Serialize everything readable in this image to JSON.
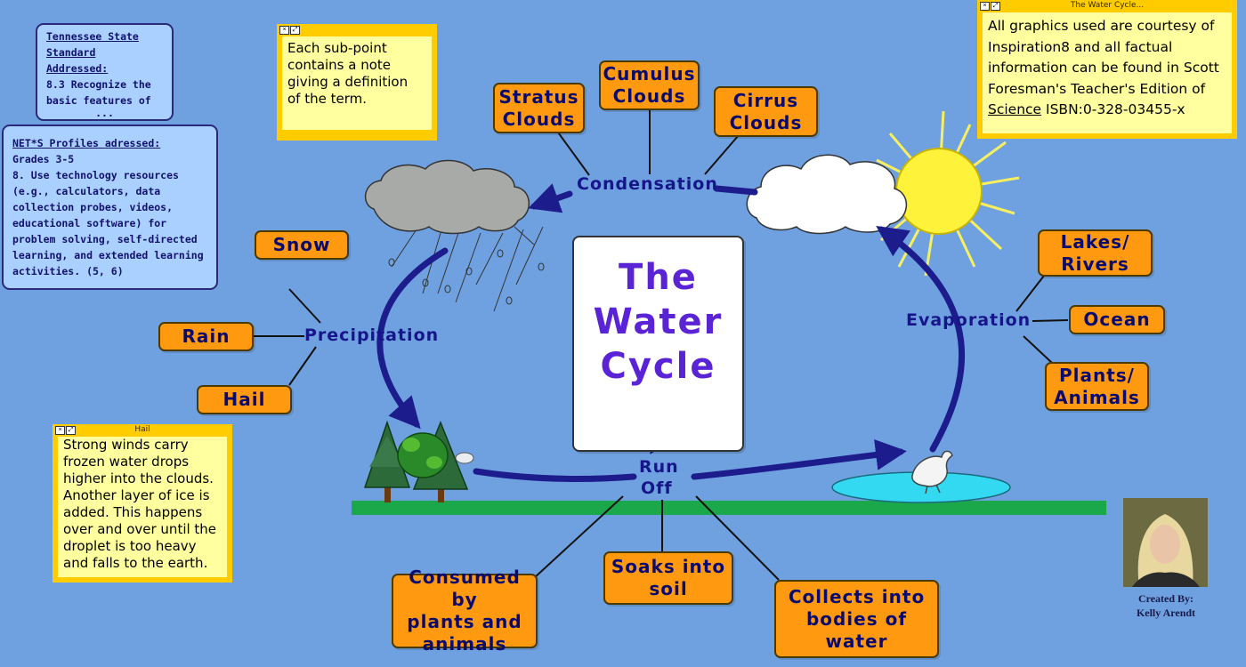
{
  "title_lines": [
    "The",
    "Water",
    "Cycle"
  ],
  "labels": {
    "condensation": "Condensation",
    "precipitation": "Precipitation",
    "evaporation": "Evaporation",
    "runoff_1": "Run",
    "runoff_2": "Off"
  },
  "nodes": {
    "stratus": "Stratus\nClouds",
    "cumulus": "Cumulus\nClouds",
    "cirrus": "Cirrus\nClouds",
    "snow": "Snow",
    "rain": "Rain",
    "hail": "Hail",
    "lakes": "Lakes/\nRivers",
    "ocean": "Ocean",
    "plants_animals": "Plants/\nAnimals",
    "consumed": "Consumed by\nplants and\nanimals",
    "soaks": "Soaks into\nsoil",
    "collects": "Collects into\nbodies of\nwater"
  },
  "tn_box": {
    "heading_1": "Tennessee State",
    "heading_2": "Standard",
    "heading_3": "Addressed:",
    "line_1": "8.3 Recognize the",
    "line_2": "basic features of",
    "line_3": "..."
  },
  "nets_box": {
    "heading": "NET*S Profiles adressed:",
    "lines": [
      "Grades 3-5",
      "8. Use technology resources",
      "(e.g., calculators, data",
      "collection probes, videos,",
      "educational software) for",
      "problem solving, self-directed",
      "learning, and extended learning",
      "activities. (5, 6)"
    ]
  },
  "note_subpoint": {
    "title": "",
    "lines": [
      "Each sub-point",
      "contains a note",
      "giving a definition",
      "of the term."
    ]
  },
  "note_credits": {
    "title": "The Water Cycle...",
    "line_1": "All graphics used are courtesy of",
    "line_2": "Inspiration8 and all factual",
    "line_3": "information can be found in Scott",
    "line_4": "Foresman's Teacher's Edition of",
    "science_word": "Science",
    "isbn": " ISBN:0-328-03455-x"
  },
  "note_hail": {
    "title": "Hail",
    "lines": [
      "Strong winds carry",
      "frozen water drops",
      "higher into the clouds.",
      "Another layer of ice is",
      "added. This happens",
      "over and over until the",
      "droplet is too heavy",
      "and falls to the earth."
    ]
  },
  "credit": {
    "line_1": "Created By:",
    "line_2": "Kelly Arendt"
  },
  "icons": [
    "recycle-icon",
    "sun-icon",
    "cloud-icon",
    "rain-cloud-icon",
    "tree-icon",
    "bird-icon",
    "pond-icon",
    "close-icon",
    "resize-icon"
  ],
  "colors": {
    "background": "#6fa1e0",
    "node_fill": "#ff9a10",
    "node_text": "#0b0b6e",
    "arrow": "#1c1c8c",
    "title": "#5a24d6",
    "ground": "#1aa84a",
    "note": "#ffcc00"
  }
}
